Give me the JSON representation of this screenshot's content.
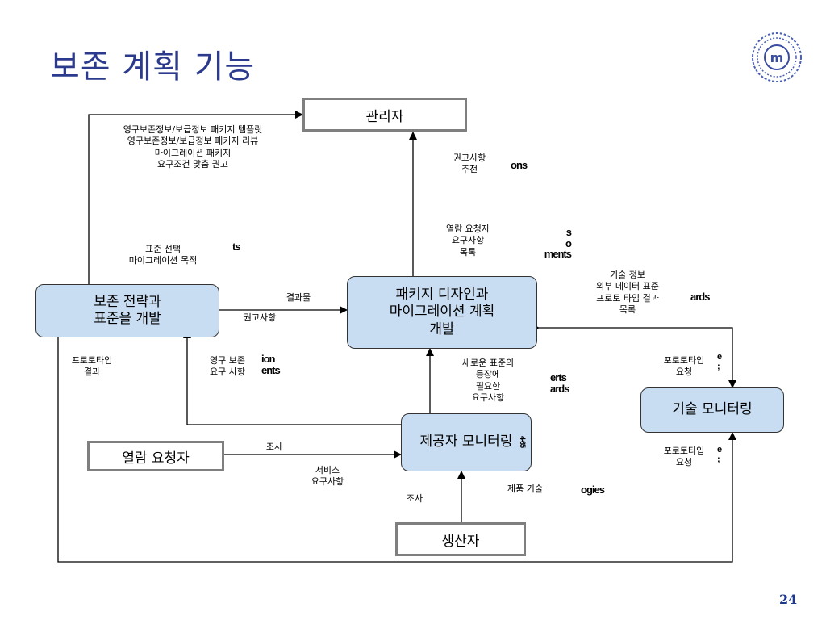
{
  "title": "보존 계획 기능",
  "page_number": "24",
  "nodes": {
    "admin": "관리자",
    "strategy": "보존 전략과\n표준을 개발",
    "package_design": "패키지 디자인과\n마이그레이션 계획\n개발",
    "tech_monitor": "기술 모니터링",
    "provider_monitor": "제공자 모니터링",
    "consumer": "열람 요청자",
    "producer": "생산자"
  },
  "edge_labels": {
    "strategy_to_admin": "영구보존정보/보급정보 패키지 템플릿\n영구보존정보/보급정보 패키지 리뷰\n마이그레이션 패키지\n요구조건 맞춤 권고",
    "admin_to_strategy": "표준 선택\n마이그레이션 목적",
    "admin_recommend": "권고사항\n추천",
    "design_to_admin": "열람 요청자\n요구사항\n목록",
    "design_to_strategy_result": "결과물",
    "design_to_strategy_advice": "권고사항",
    "tech_to_design": "기술 정보\n외부 데이터 표준\n프로토 타입 결과\n목록",
    "tech_proto_top": "포로토타입\n요청",
    "tech_proto_bottom": "포로토타입\n요청",
    "strategy_proto": "프로토타입\n결과",
    "provider_to_strategy": "영구 보존\n요구 사항",
    "provider_to_design": "새로운 표준의\n등장에\n필요한\n요구사항",
    "consumer_survey": "조사",
    "consumer_service": "서비스\n요구사항",
    "producer_survey": "조사",
    "producer_tech": "제품 기술"
  },
  "residual_fragments": {
    "f_ons": "ons",
    "f_s_o_ments": "s\no\nments",
    "f_ts": "ts",
    "f_ards1": "ards",
    "f_ion_ents": "ion\nents",
    "f_erts_ards": "erts\nards",
    "f_e1": "e\n;",
    "f_e2": "e\n;",
    "f_ogies": "ogies",
    "f_465": "4-65"
  },
  "colors": {
    "title": "#2b3a8c",
    "process_fill": "#c9ddf2",
    "entity_border": "#7f7f7f",
    "line": "#000000"
  }
}
